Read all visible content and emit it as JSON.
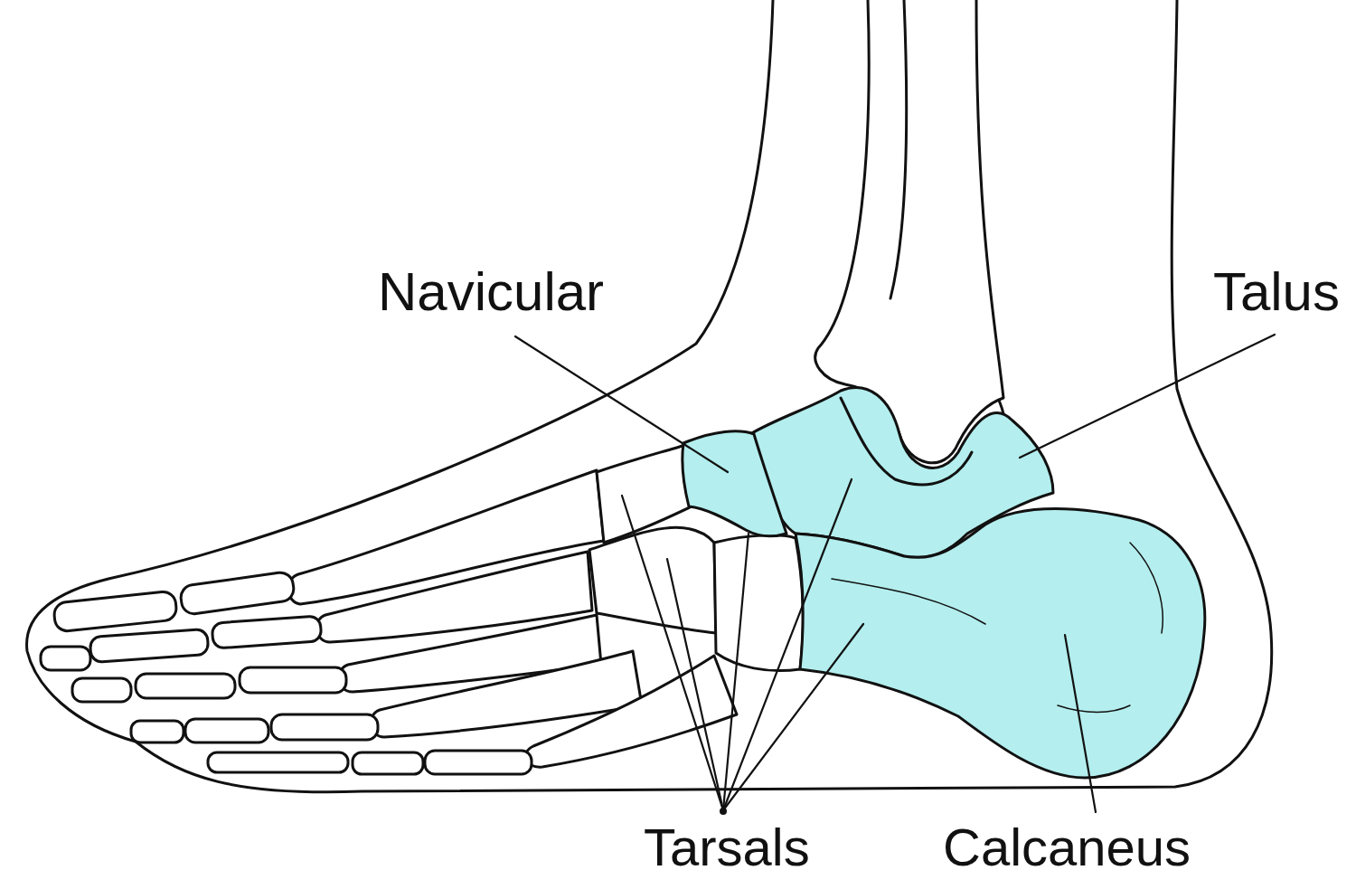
{
  "diagram": {
    "labels": [
      "Navicular",
      "Talus",
      "Tarsals",
      "Calcaneus"
    ]
  }
}
